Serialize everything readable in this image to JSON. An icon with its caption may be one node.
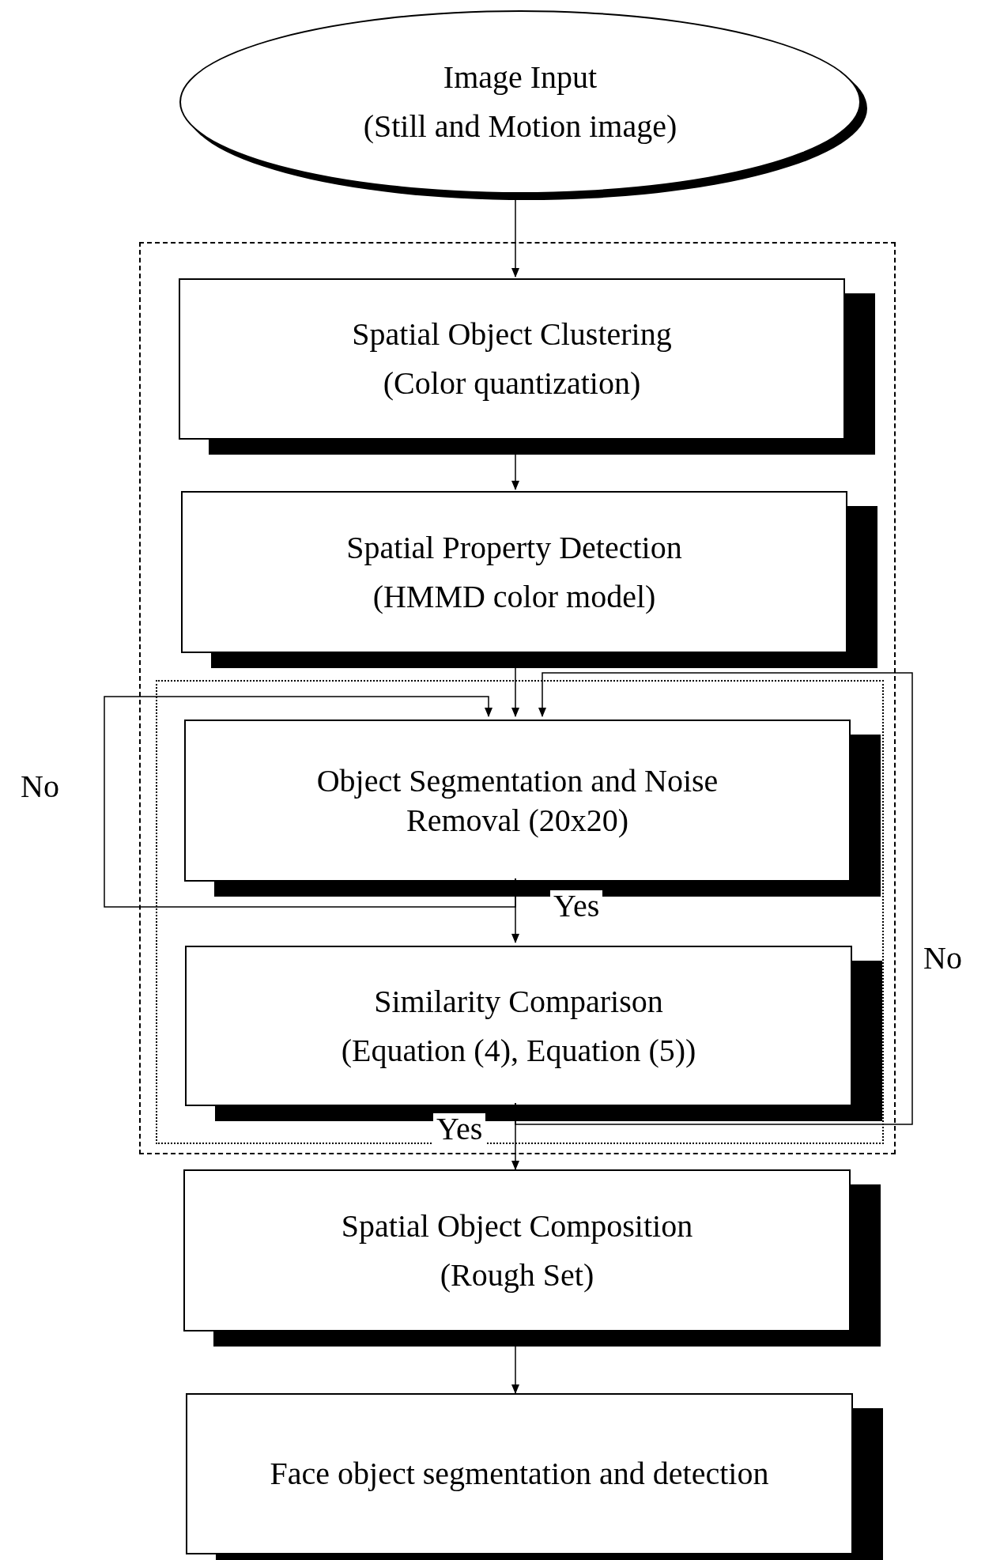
{
  "diagram": {
    "nodes": [
      {
        "text": [
          "Image Input",
          "(Still and Motion image)"
        ]
      },
      {
        "text": [],
        "shape": "box"
      },
      {
        "text": [
          "Spatial Object Clustering",
          "(Color quantization)"
        ],
        "in": 1
      },
      {
        "text": [
          "Spatial Property Detection",
          "(HMMD color model)"
        ],
        "in": 1
      },
      {
        "text": [],
        "shape": "box",
        "in": 1
      },
      {
        "text": [
          "Object Segmentation and Noise Removal (20x20)"
        ],
        "in": 4
      },
      {
        "text": [
          "Similarity Comparison",
          "(Equation (4), Equation (5))"
        ],
        "in": 4
      },
      {
        "text": [
          "Spatial Object Composition",
          "(Rough Set)"
        ]
      },
      {
        "text": [
          "Face object segmentation and detection"
        ]
      }
    ],
    "edges": [
      {
        "from": 0,
        "to": 2,
        "arrow": "to"
      },
      {
        "from": 2,
        "to": 3,
        "arrow": "to"
      },
      {
        "from": 3,
        "to": 5,
        "arrow": "to"
      },
      {
        "from": 5,
        "to": 5,
        "arrow": "to",
        "label": "No"
      },
      {
        "from": 5,
        "to": 6,
        "arrow": "to",
        "label": "Yes"
      },
      {
        "from": 6,
        "to": 5,
        "arrow": "to",
        "label": "No"
      },
      {
        "from": 6,
        "to": 7,
        "arrow": "to",
        "label": "Yes"
      },
      {
        "from": 7,
        "to": 8,
        "arrow": "to"
      }
    ]
  }
}
